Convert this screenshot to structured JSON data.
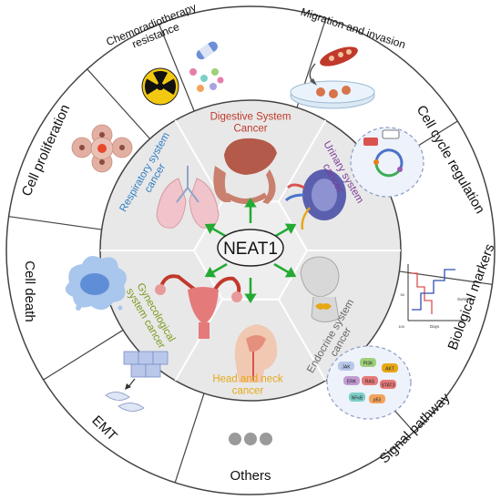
{
  "colors": {
    "outer_ring_fill": "#ffffff",
    "ring_stroke": "#444444",
    "inner_fill": "#e8e8e8",
    "hexagon_fill": "#eeeeee",
    "arrow": "#22aa33",
    "digestive": "#c0392b",
    "urinary": "#7d3c98",
    "endocrine": "#666666",
    "head_neck": "#e6a817",
    "gynecological": "#7a9a1e",
    "respiratory": "#2e7dc0"
  },
  "center": {
    "label": "NEAT1"
  },
  "outer_segments": [
    {
      "id": "chemoradiotherapy",
      "label_lines": [
        "Chemoradiotherapy",
        "resistance"
      ],
      "icon": "radiation-icon"
    },
    {
      "id": "migration",
      "label_lines": [
        "Migration and invasion"
      ],
      "icon": "migration-icon"
    },
    {
      "id": "cell-cycle",
      "label_lines": [
        "Cell cycle regulation"
      ],
      "icon": "cell-cycle-icon"
    },
    {
      "id": "biomarkers",
      "label_lines": [
        "Biological markers"
      ],
      "icon": "chart-icon",
      "chart_text": [
        "100",
        "50",
        "Days",
        "Survival"
      ]
    },
    {
      "id": "signal",
      "label_lines": [
        "Signal pathway"
      ],
      "icon": "pathway-icon",
      "node_labels": [
        "JAK",
        "PI3K",
        "AKT",
        "ERK",
        "RAS",
        "STAT3",
        "NFκB",
        "p53"
      ]
    },
    {
      "id": "others",
      "label_lines": [
        "Others"
      ],
      "icon": "dots-icon"
    },
    {
      "id": "emt",
      "label_lines": [
        "EMT"
      ],
      "icon": "emt-icon"
    },
    {
      "id": "cell-death",
      "label_lines": [
        "Cell death"
      ],
      "icon": "cell-death-icon"
    },
    {
      "id": "cell-proliferation",
      "label_lines": [
        "Cell proliferation"
      ],
      "icon": "cell-proliferation-icon"
    }
  ],
  "inner_sectors": [
    {
      "id": "digestive",
      "label_lines": [
        "Digestive System",
        "Cancer"
      ],
      "icon": "liver-icon"
    },
    {
      "id": "urinary",
      "label_lines": [
        "Urinary system",
        "cancer"
      ],
      "icon": "kidney-icon"
    },
    {
      "id": "endocrine",
      "label_lines": [
        "Endocrine system",
        "cancer"
      ],
      "icon": "thyroid-icon"
    },
    {
      "id": "head-neck",
      "label_lines": [
        "Head and neck",
        "cancer"
      ],
      "icon": "head-icon"
    },
    {
      "id": "gynecological",
      "label_lines": [
        "Gynecological",
        "system cancer"
      ],
      "icon": "uterus-icon"
    },
    {
      "id": "respiratory",
      "label_lines": [
        "Respiratory system",
        "cancer"
      ],
      "icon": "lungs-icon"
    }
  ]
}
